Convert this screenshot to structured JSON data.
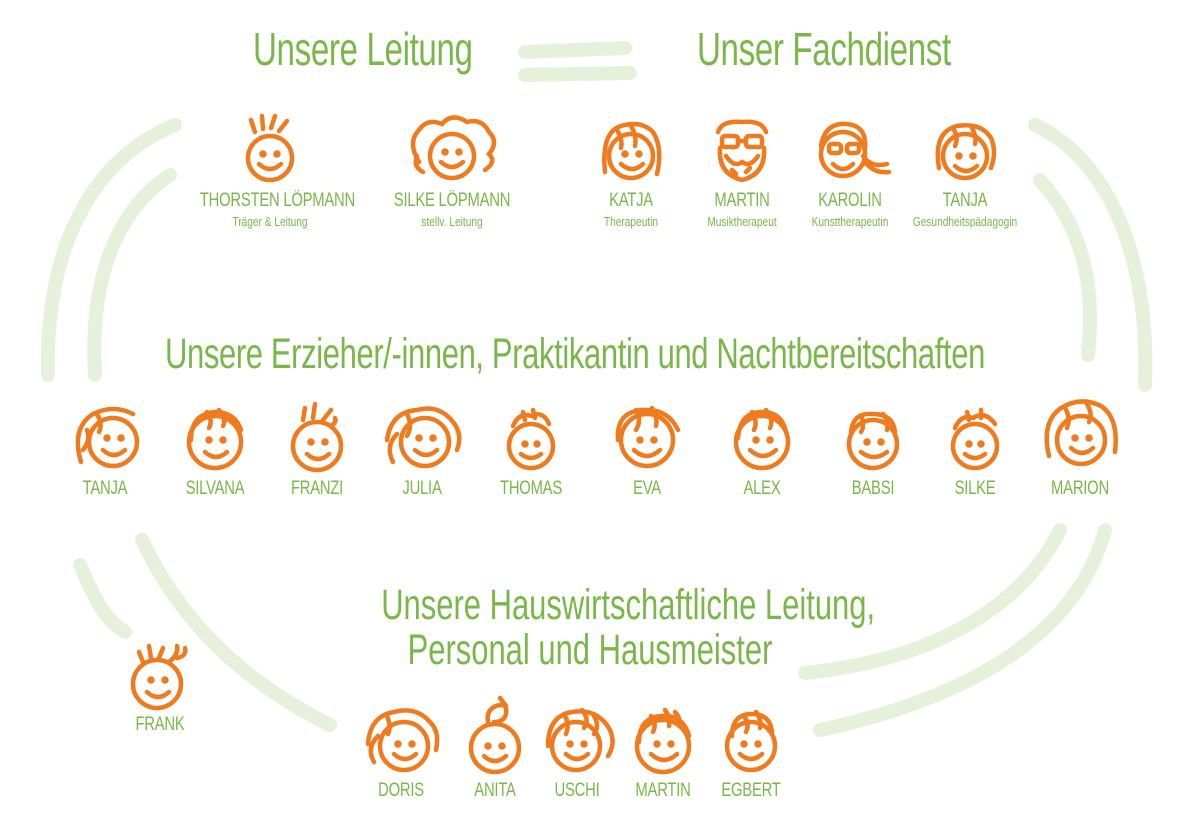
{
  "colors": {
    "green": "#7ab648",
    "orange": "#f07a1e",
    "swirl": "#e6f1dc"
  },
  "sections": {
    "leitung": "Unsere Leitung",
    "fachdienst": "Unser Fachdienst",
    "erzieher": "Unsere Erzieher/-innen, Praktikantin und Nachtbereitschaften",
    "hauswirtschaft_line1": "Unsere Hauswirtschaftliche Leitung,",
    "hauswirtschaft_line2": "Personal und Hausmeister"
  },
  "leitung": [
    {
      "name": "THORSTEN LÖPMANN",
      "role": "Träger & Leitung",
      "icon": "spiky-hair-face-icon"
    },
    {
      "name": "SILKE LÖPMANN",
      "role": "stellv. Leitung",
      "icon": "curly-hair-face-icon"
    }
  ],
  "fachdienst": [
    {
      "name": "KATJA",
      "role": "Therapeutin",
      "icon": "long-hair-face-icon"
    },
    {
      "name": "MARTIN",
      "role": "Musiktherapeut",
      "icon": "bearded-glasses-face-icon"
    },
    {
      "name": "KAROLIN",
      "role": "Kunsttherapeutin",
      "icon": "glasses-ponytail-face-icon"
    },
    {
      "name": "TANJA",
      "role": "Gesundheitspädagogin",
      "icon": "long-hair-face-icon"
    }
  ],
  "erzieher": [
    {
      "name": "TANJA",
      "icon": "curly-hair-face-icon"
    },
    {
      "name": "SILVANA",
      "icon": "hair-face-icon"
    },
    {
      "name": "FRANZI",
      "icon": "hair-face-icon"
    },
    {
      "name": "JULIA",
      "icon": "curly-hair-face-icon"
    },
    {
      "name": "THOMAS",
      "icon": "short-hair-face-icon"
    },
    {
      "name": "EVA",
      "icon": "hair-face-icon"
    },
    {
      "name": "ALEX",
      "icon": "hair-face-icon"
    },
    {
      "name": "BABSI",
      "icon": "hair-face-icon"
    },
    {
      "name": "SILKE",
      "icon": "short-hair-face-icon"
    },
    {
      "name": "MARION",
      "icon": "curly-hair-face-icon"
    }
  ],
  "hauswirtschaft": [
    {
      "name": "DORIS",
      "icon": "curly-hair-face-icon"
    },
    {
      "name": "ANITA",
      "icon": "bun-hair-face-icon"
    },
    {
      "name": "USCHI",
      "icon": "curly-hair-face-icon"
    },
    {
      "name": "MARTIN",
      "icon": "hair-face-icon"
    },
    {
      "name": "EGBERT",
      "icon": "short-hair-face-icon"
    }
  ],
  "hausmeister": {
    "name": "FRANK",
    "icon": "spiky-hair-face-icon"
  }
}
